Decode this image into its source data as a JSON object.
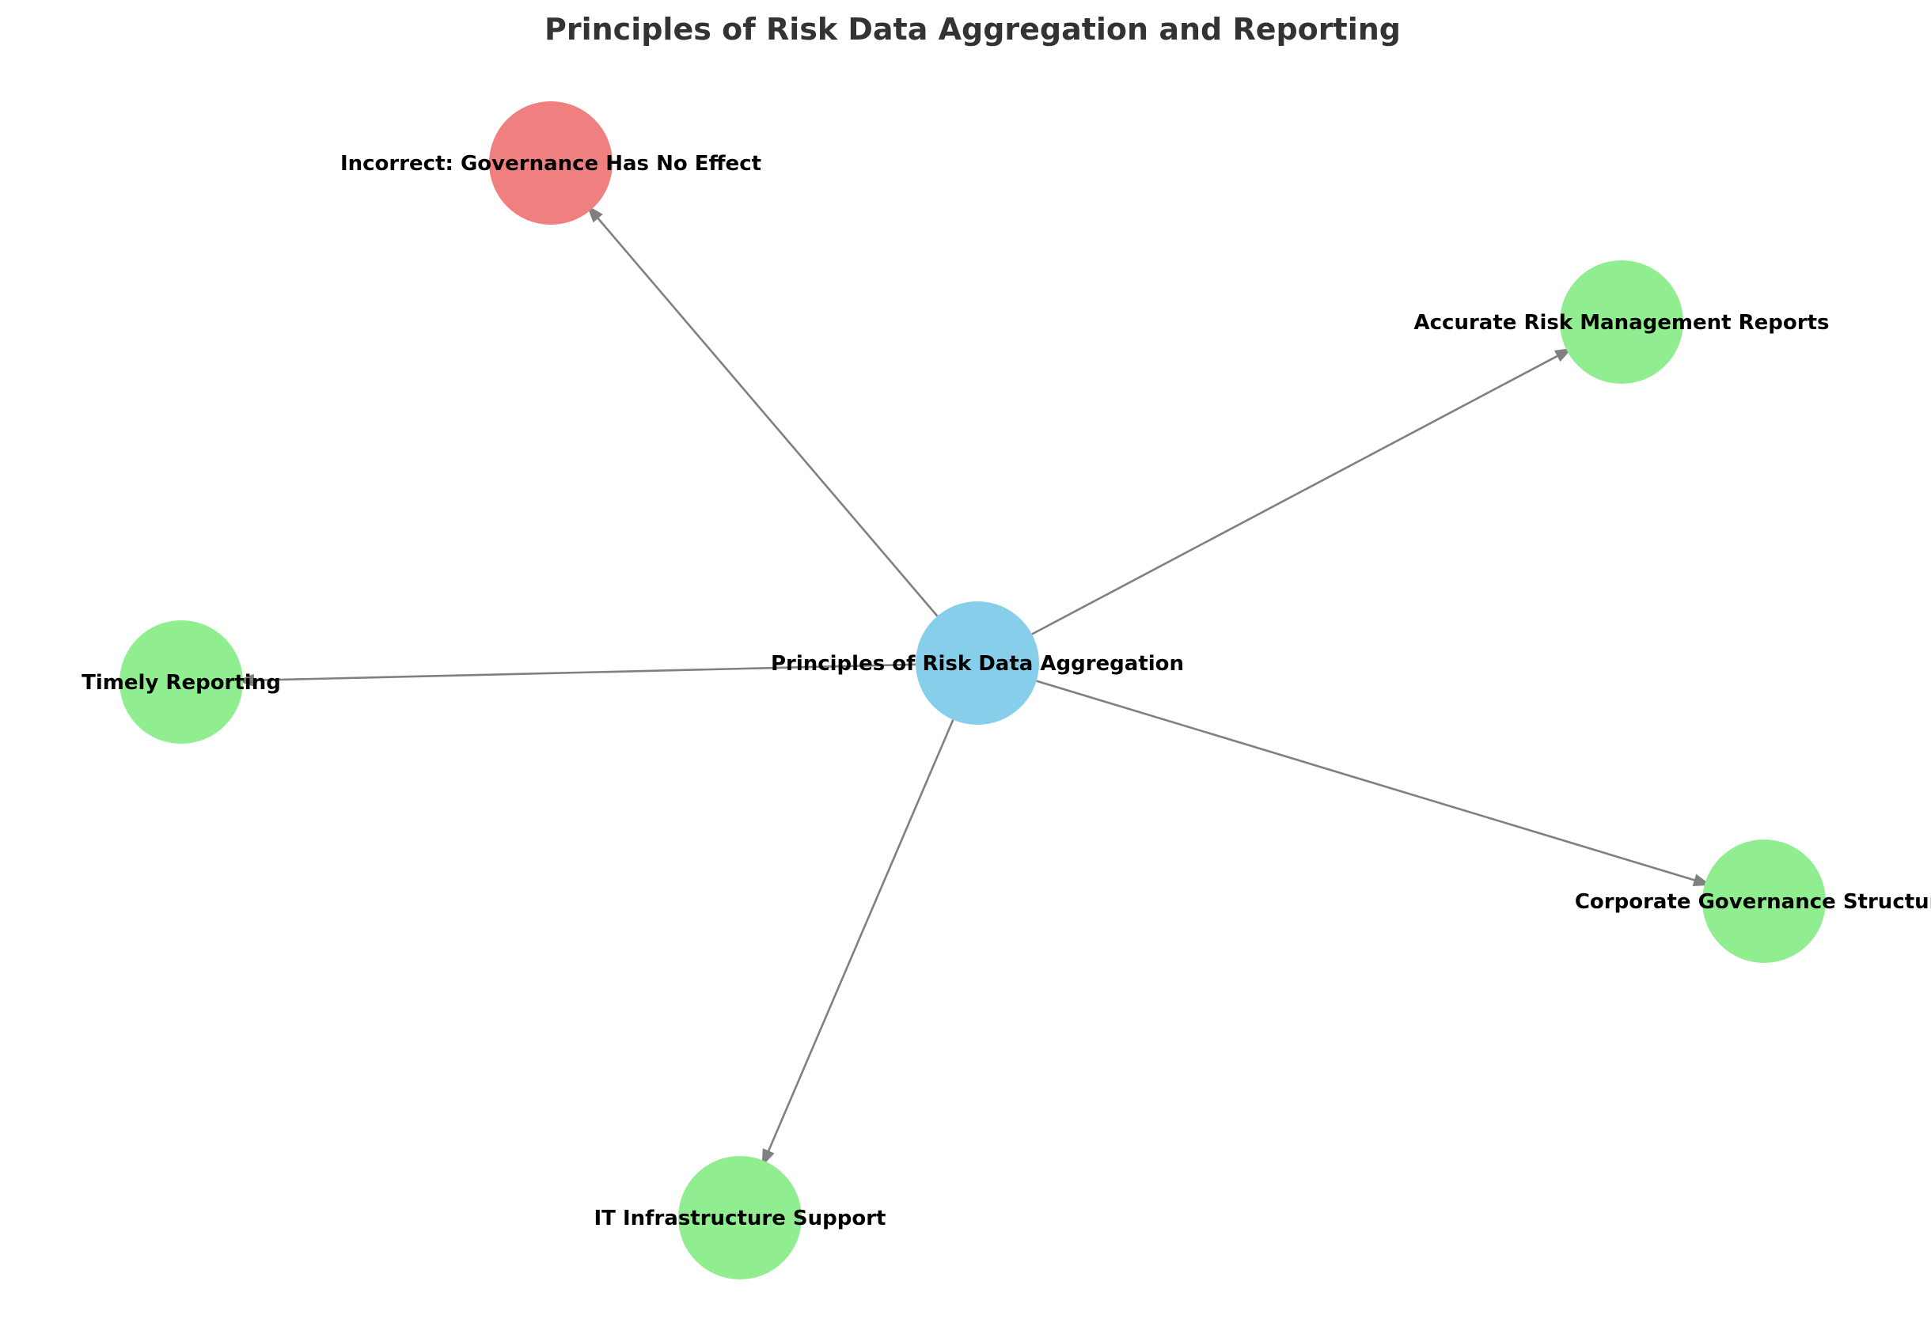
{
  "diagram": {
    "title": "Principles of Risk Data Aggregation and Reporting",
    "colors": {
      "center": "#87CEEB",
      "correct": "#90EE90",
      "incorrect": "#F08080",
      "edge": "#808080",
      "title": "#333333"
    },
    "nodes": [
      {
        "id": "center",
        "label": "Principles of Risk Data Aggregation",
        "kind": "center"
      },
      {
        "id": "incorrect",
        "label": "Incorrect: Governance Has No Effect",
        "kind": "incorrect"
      },
      {
        "id": "accurate",
        "label": "Accurate Risk Management Reports",
        "kind": "correct"
      },
      {
        "id": "timely",
        "label": "Timely Reporting",
        "kind": "correct"
      },
      {
        "id": "governance",
        "label": "Corporate Governance Structure",
        "kind": "correct"
      },
      {
        "id": "it",
        "label": "IT Infrastructure Support",
        "kind": "correct"
      }
    ],
    "edges": [
      {
        "from": "center",
        "to": "incorrect"
      },
      {
        "from": "center",
        "to": "accurate"
      },
      {
        "from": "center",
        "to": "timely"
      },
      {
        "from": "center",
        "to": "governance"
      },
      {
        "from": "center",
        "to": "it"
      }
    ]
  }
}
